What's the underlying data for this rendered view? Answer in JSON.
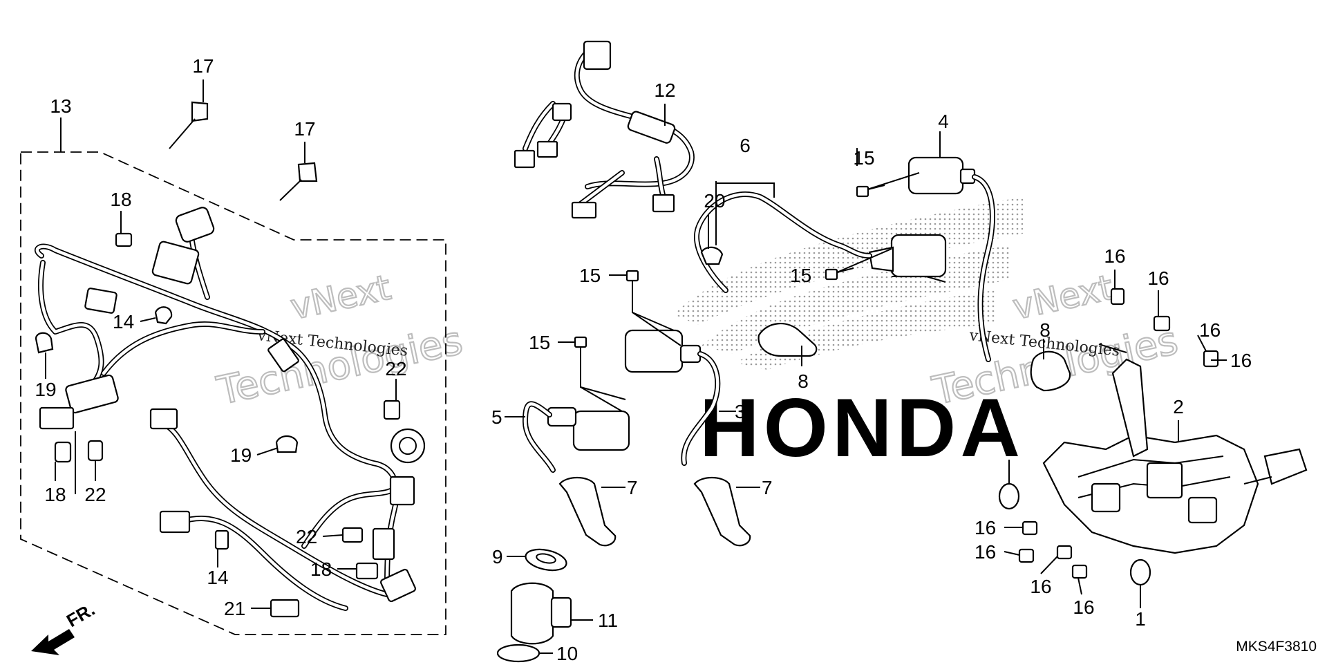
{
  "diagram": {
    "code": "MKS4F3810",
    "direction": "FR.",
    "brand_watermark": "HONDA",
    "watermarks": [
      "vNext",
      "Technologies",
      "vNext Technologies"
    ],
    "callouts": [
      "1",
      "2",
      "3",
      "4",
      "5",
      "6",
      "7",
      "8",
      "9",
      "10",
      "11",
      "12",
      "13",
      "14",
      "15",
      "16",
      "17",
      "18",
      "19",
      "20",
      "21",
      "22"
    ]
  }
}
